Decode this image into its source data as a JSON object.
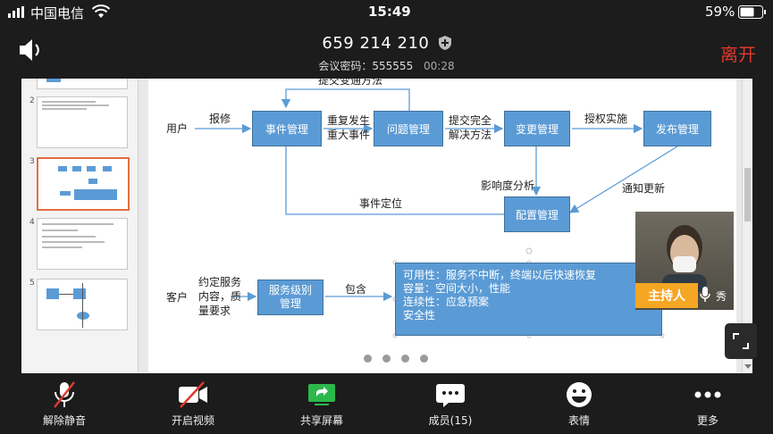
{
  "status_bar": {
    "carrier": "中国电信",
    "time": "15:49",
    "battery": "59%"
  },
  "meeting": {
    "id": "659 214 210",
    "password_label": "会议密码：",
    "password": "555555",
    "duration": "00:28",
    "leave_label": "离开"
  },
  "thumbnails": [
    {
      "num": "2",
      "selected": false
    },
    {
      "num": "3",
      "selected": true
    },
    {
      "num": "4",
      "selected": false
    },
    {
      "num": "5",
      "selected": false
    }
  ],
  "slide": {
    "actor_user": "用户",
    "report": "报修",
    "incident_mgmt": "事件管理",
    "repeat_line1": "重复发生",
    "repeat_line2": "重大事件",
    "problem_mgmt": "问题管理",
    "submit_change_method": "提交变通方法",
    "submit_solution_line1": "提交完全",
    "submit_solution_line2": "解决方法",
    "change_mgmt": "变更管理",
    "authorize": "授权实施",
    "release_mgmt": "发布管理",
    "impact_analysis": "影响度分析",
    "notify_update": "通知更新",
    "event_locate": "事件定位",
    "config_mgmt": "配置管理",
    "actor_customer": "客户",
    "sla_line1": "约定服务",
    "sla_line2": "内容，质",
    "sla_line3": "量要求",
    "service_level_mgmt_line1": "服务级别",
    "service_level_mgmt_line2": "管理",
    "include": "包含",
    "availability": "可用性：服务不中断，终端以后快速恢复",
    "capacity": "容量：空间大小，性能",
    "continuity": "连续性：应急预案",
    "security": "安全性"
  },
  "video": {
    "host_label": "主持人",
    "name": "秀"
  },
  "toolbar": [
    {
      "label": "解除静音",
      "icon": "mic-muted-icon"
    },
    {
      "label": "开启视频",
      "icon": "video-off-icon"
    },
    {
      "label": "共享屏幕",
      "icon": "share-screen-icon"
    },
    {
      "label": "成员(15)",
      "icon": "chat-members-icon"
    },
    {
      "label": "表情",
      "icon": "emoji-icon"
    },
    {
      "label": "更多",
      "icon": "more-icon"
    }
  ],
  "colors": {
    "accent_red": "#e0392d",
    "box_blue": "#5b9bd5",
    "selected_thumb": "#e46c43",
    "host_badge": "#f5a623"
  }
}
